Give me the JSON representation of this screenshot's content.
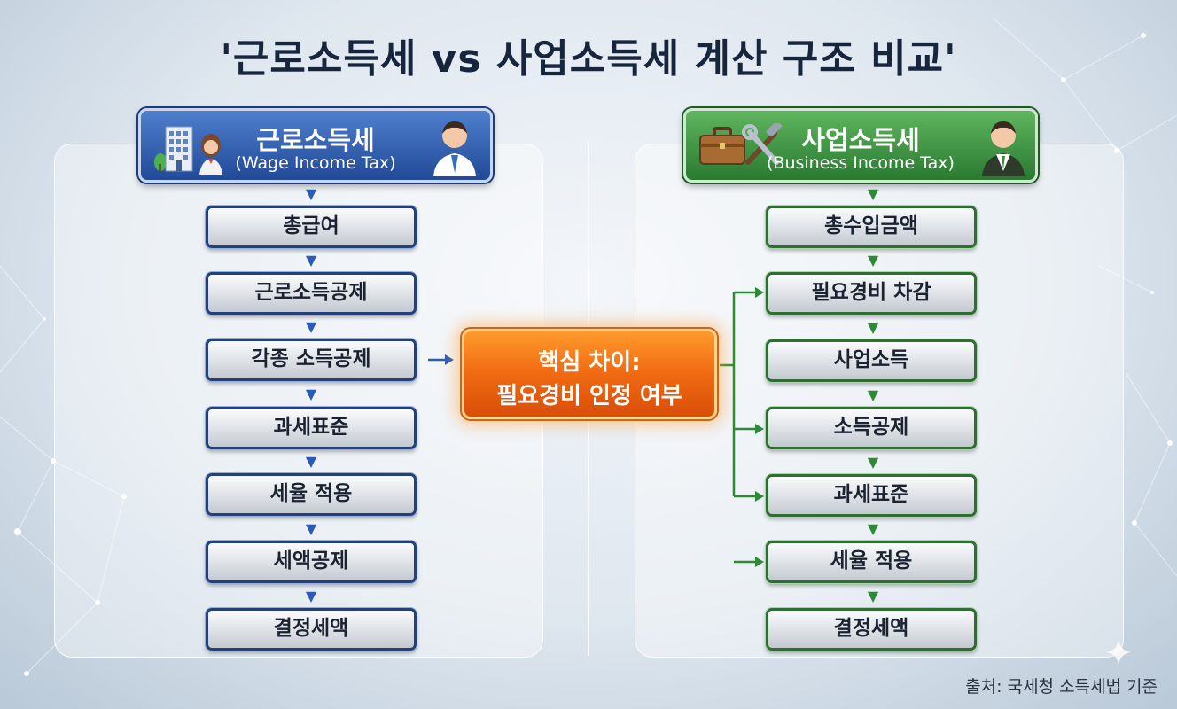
{
  "title": "'근로소득세 vs 사업소득세 계산 구조 비교'",
  "wage": {
    "title": "근로소득세",
    "subtitle": "(Wage Income Tax)",
    "color": "#2a5bb8",
    "steps": [
      "총급여",
      "근로소득공제",
      "각종 소득공제",
      "과세표준",
      "세율 적용",
      "세액공제",
      "결정세액"
    ]
  },
  "business": {
    "title": "사업소득세",
    "subtitle": "(Business Income Tax)",
    "color": "#2e8a36",
    "steps": [
      "총수입금액",
      "필요경비 차감",
      "사업소득",
      "소득공제",
      "과세표준",
      "세율 적용",
      "결정세액"
    ]
  },
  "key_difference": {
    "line1": "핵심 차이:",
    "line2": "필요경비 인정 여부",
    "color": "#f06a12"
  },
  "icons": [
    "building-icon",
    "female-worker-icon",
    "male-employee-icon",
    "briefcase-icon",
    "tools-icon",
    "businessman-icon"
  ],
  "source": "출처: 국세청 소득세법 기준"
}
